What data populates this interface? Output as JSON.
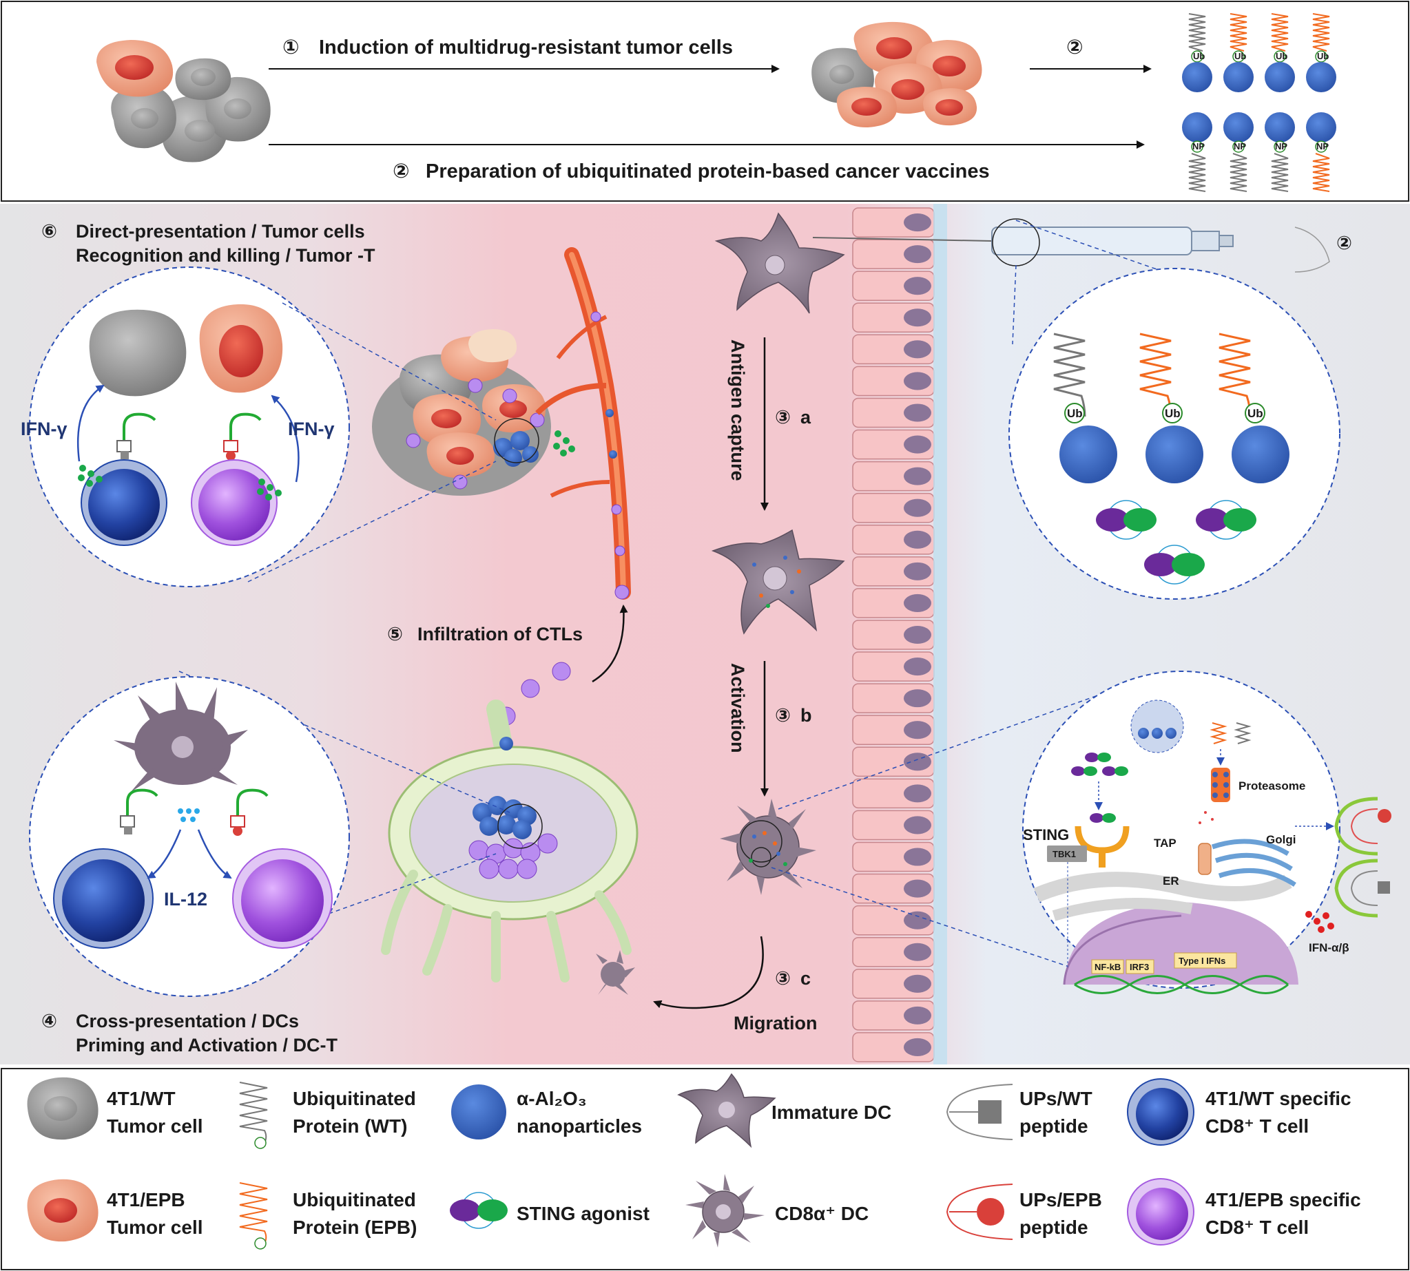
{
  "panel_top": {
    "step1": {
      "num": "①",
      "label": "Induction of multidrug-resistant tumor cells"
    },
    "step2_top": {
      "num": "②"
    },
    "step2": {
      "num": "②",
      "label": "Preparation of ubiquitinated protein-based cancer vaccines"
    },
    "ub_label": "Ub",
    "np_label": "NP"
  },
  "panel_main": {
    "syringe_step": "②",
    "step6": {
      "num": "⑥",
      "line1": "Direct-presentation / Tumor cells",
      "line2": "Recognition and killing / Tumor -T"
    },
    "ifn_gamma_left": "IFN-γ",
    "ifn_gamma_right": "IFN-γ",
    "step3a": {
      "num": "③",
      "letter": "a",
      "label": "Antigen capture"
    },
    "step3b": {
      "num": "③",
      "letter": "b",
      "label": "Activation"
    },
    "step3c": {
      "num": "③",
      "letter": "c",
      "label": "Migration"
    },
    "step5": {
      "num": "⑤",
      "label": "Infiltration of CTLs"
    },
    "step4": {
      "num": "④",
      "line1": "Cross-presentation / DCs",
      "line2": "Priming and Activation / DC-T"
    },
    "il12": "IL-12",
    "inset_ub": "Ub",
    "cell_detail": {
      "proteasome": "Proteasome",
      "sting": "STING",
      "tbk1": "TBK1",
      "tap": "TAP",
      "golgi": "Golgi",
      "er": "ER",
      "nfkb": "NF-kB",
      "irf3": "IRF3",
      "type1": "Type I IFNs",
      "ifn_ab": "IFN-α/β"
    }
  },
  "legend": [
    {
      "id": "wt-tumor",
      "line1": "4T1/WT",
      "line2": "Tumor cell"
    },
    {
      "id": "up-wt",
      "line1": "Ubiquitinated",
      "line2": "Protein (WT)"
    },
    {
      "id": "al2o3",
      "line1": "α-Al₂O₃",
      "line2": "nanoparticles"
    },
    {
      "id": "imm-dc",
      "line1": "Immature DC",
      "line2": ""
    },
    {
      "id": "wt-peptide",
      "line1": "UPs/WT",
      "line2": "peptide"
    },
    {
      "id": "wt-tcell",
      "line1": "4T1/WT specific",
      "line2": "CD8⁺ T cell"
    },
    {
      "id": "epb-tumor",
      "line1": "4T1/EPB",
      "line2": "Tumor cell"
    },
    {
      "id": "up-epb",
      "line1": "Ubiquitinated",
      "line2": "Protein (EPB)"
    },
    {
      "id": "sting",
      "line1": "STING agonist",
      "line2": ""
    },
    {
      "id": "cd8-dc",
      "line1": "CD8α⁺ DC",
      "line2": ""
    },
    {
      "id": "epb-peptide",
      "line1": "UPs/EPB",
      "line2": "peptide"
    },
    {
      "id": "epb-tcell",
      "line1": "4T1/EPB specific",
      "line2": "CD8⁺ T cell"
    }
  ],
  "colors": {
    "wt_gray": "#8a8a8a",
    "epb_salmon": "#eea080",
    "nucleus_red": "#d9403a",
    "nanoparticle_blue": "#3d6bc7",
    "ub_orange": "#f26a1f",
    "sting_purple": "#6a2a9a",
    "sting_green": "#1aa84a",
    "dc_purple": "#8b7b8d",
    "tcell_blue": "#2046a8",
    "tcell_violet": "#a45be0",
    "dashed_blue": "#2b4fb5",
    "bg_pink": "#f2c9cf",
    "bg_gray": "#e4e4e6"
  }
}
